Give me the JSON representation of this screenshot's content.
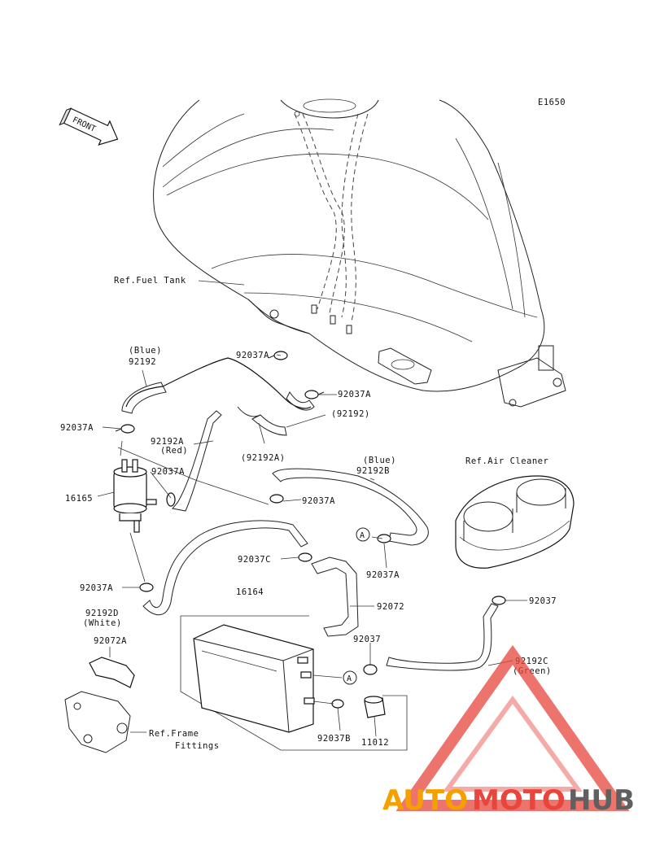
{
  "diagram": {
    "code": "E1650",
    "front_label": "FRONT"
  },
  "refs": {
    "fuel_tank": "Ref.Fuel Tank",
    "air_cleaner": "Ref.Air Cleaner",
    "frame_fittings_1": "Ref.Frame",
    "frame_fittings_2": "Fittings"
  },
  "parts": {
    "p92192_blue_color": "(Blue)",
    "p92192_blue": "92192",
    "p92037A_top": "92037A",
    "p92037A_tank": "92037A",
    "p92192_paren": "(92192)",
    "p92037A_left": "92037A",
    "p92192A_red": "92192A",
    "red_color": "(Red)",
    "p92192A_paren": "(92192A)",
    "p92037A_mid": "92037A",
    "p16165": "16165",
    "blue2_color": "(Blue)",
    "p92192B": "92192B",
    "p92037A_right": "92037A",
    "circle_a_1": "A",
    "p92037A_lower": "92037A",
    "p92037C": "92037C",
    "p92037A_bottom_left": "92037A",
    "p92192D": "92192D",
    "white_color": "(White)",
    "p16164": "16164",
    "p92072": "92072",
    "p92037_right": "92037",
    "p92037_mid": "92037",
    "p92192C": "92192C",
    "green_color": "(Green)",
    "circle_a_2": "A",
    "p92072A": "92072A",
    "p92037B": "92037B",
    "p11012": "11012"
  },
  "watermark": {
    "part1": "AUTO",
    "part2": "MOTO",
    "part3": "HUB",
    "color1": "#f4a000",
    "color2": "#e8463c",
    "color3": "#606060"
  }
}
